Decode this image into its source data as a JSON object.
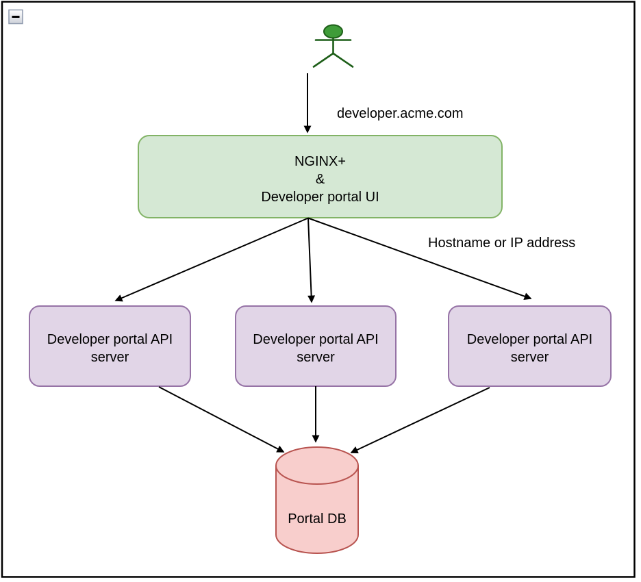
{
  "window": {
    "collapse_button": {
      "icon": "minus"
    }
  },
  "diagram": {
    "arrow_color": "#000000",
    "actor": {
      "fill": "#3f9c39",
      "stroke": "#1d5e18"
    },
    "edges": {
      "user_to_gateway": {
        "label": "developer.acme.com"
      },
      "gateway_to_servers": {
        "label": "Hostname or IP address"
      }
    },
    "nodes": {
      "gateway": {
        "lines": [
          "NGINX+",
          "&",
          "Developer portal UI"
        ],
        "fill": "#d5e8d4",
        "stroke": "#82b366"
      },
      "api_server_1": {
        "lines": [
          "Developer portal API",
          "server"
        ],
        "fill": "#e1d5e7",
        "stroke": "#9673a6"
      },
      "api_server_2": {
        "lines": [
          "Developer portal API",
          "server"
        ],
        "fill": "#e1d5e7",
        "stroke": "#9673a6"
      },
      "api_server_3": {
        "lines": [
          "Developer portal API",
          "server"
        ],
        "fill": "#e1d5e7",
        "stroke": "#9673a6"
      },
      "database": {
        "label": "Portal DB",
        "fill": "#f8cecc",
        "stroke": "#b85450"
      }
    }
  }
}
